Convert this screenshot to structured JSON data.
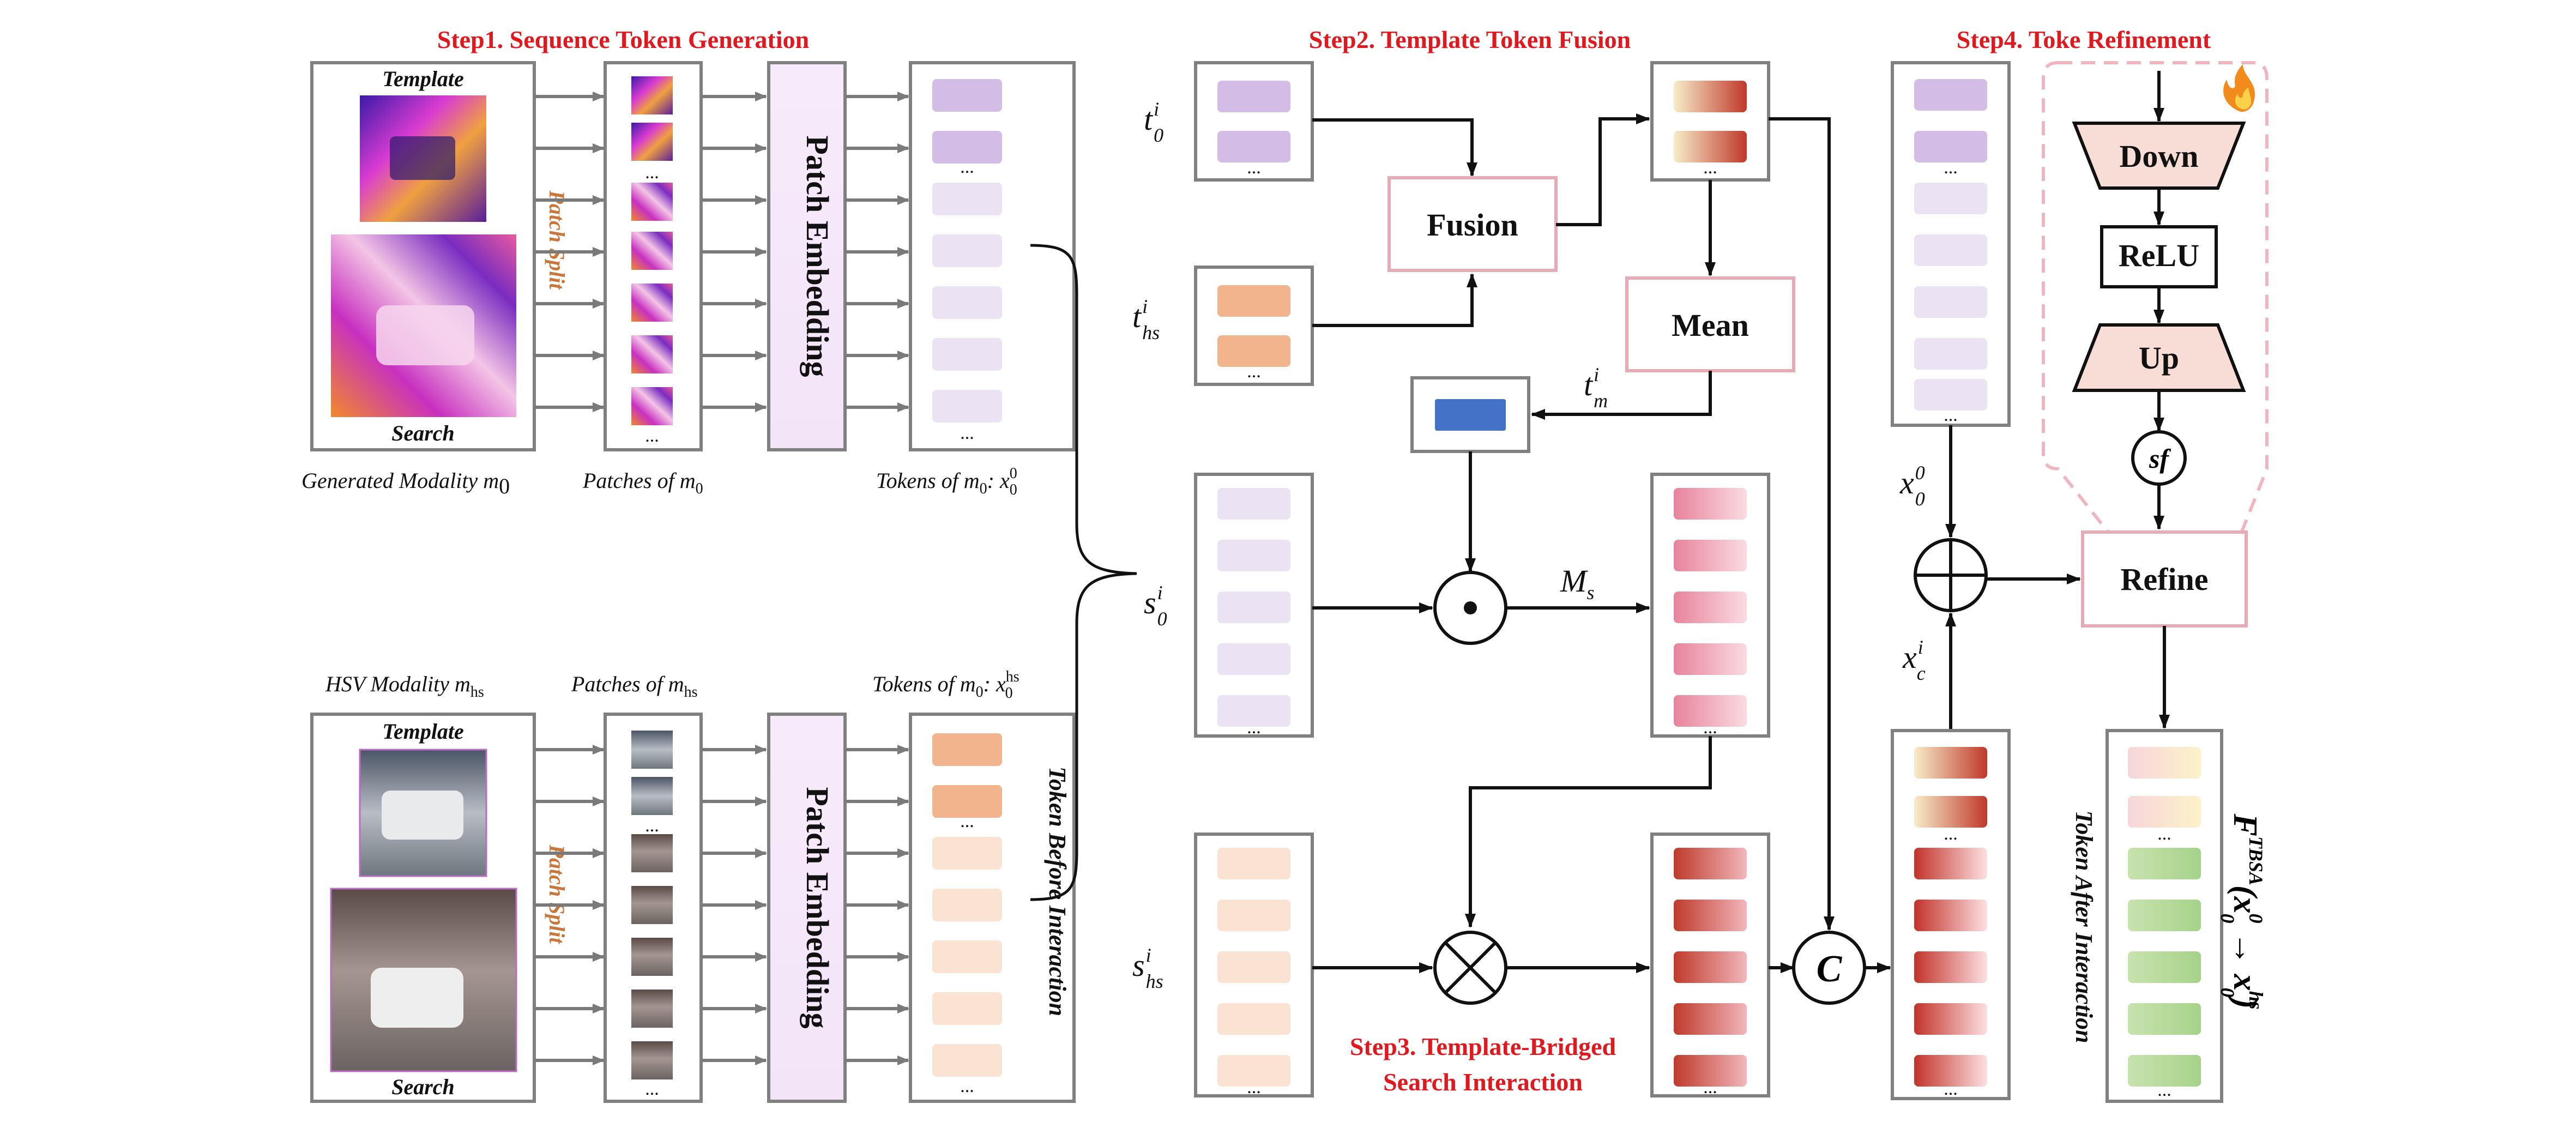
{
  "steps": {
    "step1": "Step1. Sequence Token Generation",
    "step2": "Step2. Template Token Fusion",
    "step3_line1": "Step3. Template-Bridged",
    "step3_line2": "Search Interaction",
    "step4": "Step4. Toke Refinement"
  },
  "step1": {
    "template_label": "Template",
    "search_label": "Search",
    "patch_split": "Patch Split",
    "patch_embedding": "Patch Embedding",
    "caption_generated": "Generated Modality ",
    "caption_generated_sym": "m",
    "caption_generated_sub": "0",
    "caption_patches": "Patches of ",
    "caption_patches_sym": "m",
    "caption_patches_sub": "0",
    "caption_tokens": "Tokens of ",
    "caption_tokens_sym": "m",
    "caption_tokens_sub": "0",
    "caption_tokens_tail": ": ",
    "caption_tokens_x": "x",
    "caption_tokens_x_sup": "0",
    "caption_tokens_x_sub": "0",
    "caption_hsv": "HSV Modality ",
    "caption_hsv_sym": "m",
    "caption_hsv_sub": "hs",
    "caption_patches_hs": "Patches of ",
    "caption_patches_hs_sym": "m",
    "caption_patches_hs_sub": "hs",
    "caption_tokens_hs": "Tokens of ",
    "caption_tokens_hs_sym": "m",
    "caption_tokens_hs_sub": "0",
    "caption_tokens_hs_tail": ": ",
    "caption_tokens_hs_x": "x",
    "caption_tokens_hs_x_sup": "hs",
    "caption_tokens_hs_x_sub": "0",
    "token_before": "Token Before Interaction",
    "ellipsis": "..."
  },
  "step2": {
    "t0": "t",
    "t0_sub": "0",
    "t0_sup": "i",
    "ths": "t",
    "ths_sub": "hs",
    "ths_sup": "i",
    "fusion": "Fusion",
    "mean": "Mean",
    "tm": "t",
    "tm_sub": "m",
    "tm_sup": "i",
    "s0": "s",
    "s0_sub": "0",
    "s0_sup": "i",
    "shs": "s",
    "shs_sub": "hs",
    "shs_sup": "i",
    "ms": "M",
    "ms_sub": "s",
    "concat": "C"
  },
  "step4": {
    "down": "Down",
    "relu": "ReLU",
    "up": "Up",
    "sf": "sf",
    "refine": "Refine",
    "x00": "x",
    "x00_sup": "0",
    "x00_sub": "0",
    "xc": "x",
    "xc_sup": "i",
    "xc_sub": "c",
    "token_after": "Token After Interaction",
    "ftbsa": "F",
    "ftbsa_sup": "TBSA",
    "ftbsa_args": "(x",
    "ftbsa_args_sup": "0",
    "ftbsa_args_sub": "0",
    "ftbsa_arrow": " → x",
    "ftbsa_args2_sup": "hs",
    "ftbsa_args2_sub": "0",
    "ftbsa_close": ")",
    "fire_icon": "fire-icon"
  },
  "colors": {
    "step_red": "#e0191f",
    "box_border": "#808080",
    "pink_border": "#e8aab4",
    "purple_token": "#d3bde6",
    "purple_light": "#ebe2f4",
    "orange_token": "#f2b48c",
    "orange_light": "#fbe3d4",
    "mean_blue": "#4472c4",
    "embed_fill": "#f6e9fb",
    "green_token": "#c5e2a8",
    "down_fill": "#f8ddd6",
    "brown_split": "#c8763a"
  }
}
